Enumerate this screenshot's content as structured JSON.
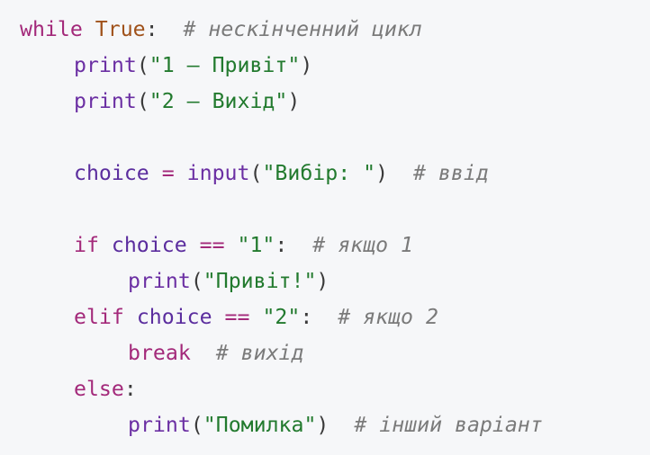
{
  "code": {
    "line1": {
      "kw_while": "while",
      "const_true": "True",
      "colon": ":",
      "comment": "# нескінченний цикл"
    },
    "line2": {
      "fn": "print",
      "open": "(",
      "str": "\"1 – Привіт\"",
      "close": ")"
    },
    "line3": {
      "fn": "print",
      "open": "(",
      "str": "\"2 – Вихід\"",
      "close": ")"
    },
    "line5": {
      "var": "choice",
      "op": "=",
      "fn": "input",
      "open": "(",
      "str": "\"Вибір: \"",
      "close": ")",
      "comment": "# ввід"
    },
    "line7": {
      "kw": "if",
      "var": "choice",
      "op": "==",
      "str": "\"1\"",
      "colon": ":",
      "comment": "# якщо 1"
    },
    "line8": {
      "fn": "print",
      "open": "(",
      "str": "\"Привіт!\"",
      "close": ")"
    },
    "line9": {
      "kw": "elif",
      "var": "choice",
      "op": "==",
      "str": "\"2\"",
      "colon": ":",
      "comment": "# якщо 2"
    },
    "line10": {
      "kw": "break",
      "comment": "# вихід"
    },
    "line11": {
      "kw": "else",
      "colon": ":"
    },
    "line12": {
      "fn": "print",
      "open": "(",
      "str": "\"Помилка\"",
      "close": ")",
      "comment": "# інший варіант"
    }
  }
}
